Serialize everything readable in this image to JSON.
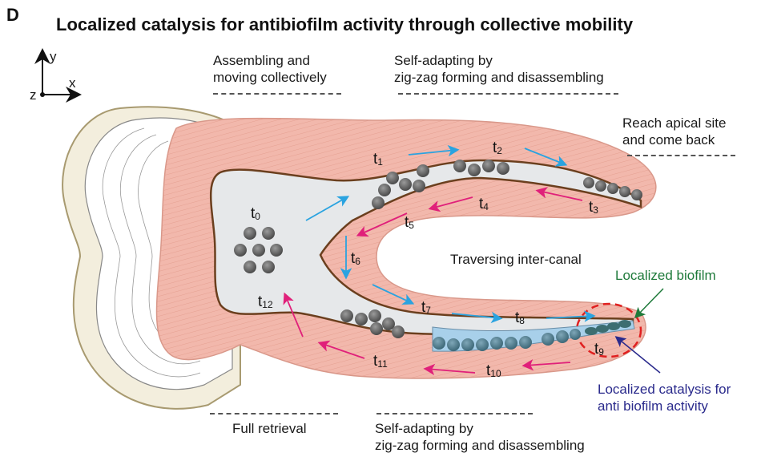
{
  "panel_letter": "D",
  "title": "Localized catalysis for antibiofilm activity through collective mobility",
  "axes": {
    "y": "y",
    "x": "x",
    "z": "z"
  },
  "stages": {
    "assembling": [
      "Assembling and",
      "moving collectively"
    ],
    "self_adapting_top": [
      "Self-adapting by",
      "zig-zag forming and disassembling"
    ],
    "reach_apical": [
      "Reach apical site",
      "and come back"
    ],
    "traversing": "Traversing inter-canal",
    "full_retrieval": "Full retrieval",
    "self_adapting_bottom": [
      "Self-adapting by",
      "zig-zag forming and disassembling"
    ]
  },
  "annotations": {
    "localized_biofilm": "Localized biofilm",
    "localized_catalysis": [
      "Localized catalysis for",
      "anti biofilm activity"
    ]
  },
  "time_labels": [
    {
      "t": "t",
      "sub": "0"
    },
    {
      "t": "t",
      "sub": "1"
    },
    {
      "t": "t",
      "sub": "2"
    },
    {
      "t": "t",
      "sub": "3"
    },
    {
      "t": "t",
      "sub": "4"
    },
    {
      "t": "t",
      "sub": "5"
    },
    {
      "t": "t",
      "sub": "6"
    },
    {
      "t": "t",
      "sub": "7"
    },
    {
      "t": "t",
      "sub": "8"
    },
    {
      "t": "t",
      "sub": "9"
    },
    {
      "t": "t",
      "sub": "10"
    },
    {
      "t": "t",
      "sub": "11"
    },
    {
      "t": "t",
      "sub": "12"
    }
  ],
  "colors": {
    "dentin": "#f2b8ac",
    "pulp": "#e6e8ea",
    "canal_outline": "#6b3f1e",
    "forward_arrow": "#2aa3e0",
    "return_arrow": "#e0207a",
    "biofilm_region": "#a8d0ea",
    "target_circle": "#e02020",
    "biofilm_arrow": "#1e7a3a",
    "catalysis_arrow": "#2a2a8c"
  }
}
